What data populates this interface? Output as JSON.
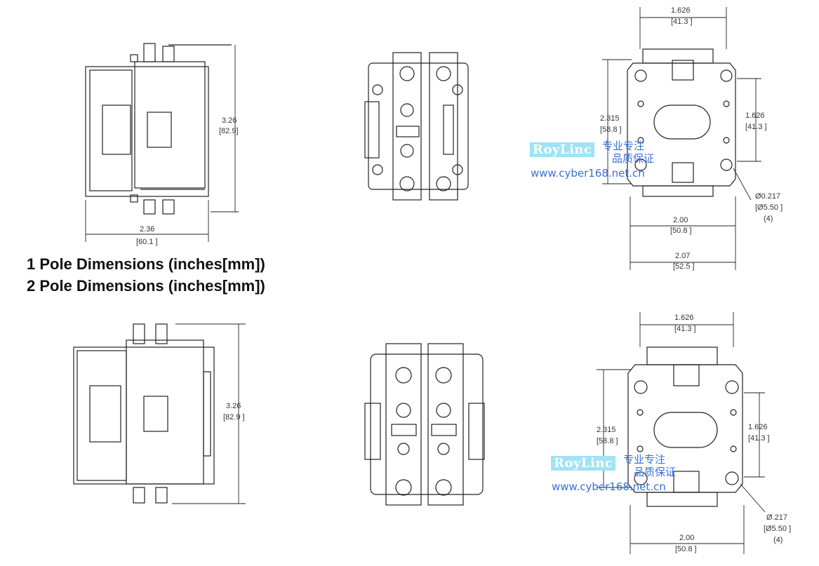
{
  "titles": {
    "one_pole": "1 Pole Dimensions (inches[mm])",
    "two_pole": "2 Pole Dimensions (inches[mm])"
  },
  "watermark": {
    "brand": "RoyLinc",
    "tagline_top": "专业专注",
    "tagline_bottom": "品质保证",
    "url": "www.cyber168.net.cn"
  },
  "one_pole_side": {
    "height_in": "3.26",
    "height_mm": "[82.9]",
    "width_in": "2.36",
    "width_mm": "[60.1 ]"
  },
  "one_pole_mount": {
    "top_in": "1.626",
    "top_mm": "[41.3 ]",
    "left_in": "2.315",
    "left_mm": "[58.8 ]",
    "right_in": "1.626",
    "right_mm": "[41.3 ]",
    "hole_in": "Ø0.217",
    "hole_mm": "[Ø5.50 ]",
    "hole_qty": "(4)",
    "inner_in": "2.00",
    "inner_mm": "[50.8 ]",
    "outer_in": "2.07",
    "outer_mm": "[52.5 ]"
  },
  "two_pole_side": {
    "height_in": "3.26",
    "height_mm": "[82.9 ]"
  },
  "two_pole_mount": {
    "top_in": "1.626",
    "top_mm": "[41.3 ]",
    "left_in": "2.315",
    "left_mm": "[58.8 ]",
    "right_in": "1.626",
    "right_mm": "[41.3 ]",
    "hole_in": "Ø.217",
    "hole_mm": "[Ø5.50 ]",
    "hole_qty": "(4)",
    "inner_in": "2.00",
    "inner_mm": "[50.8 ]"
  }
}
